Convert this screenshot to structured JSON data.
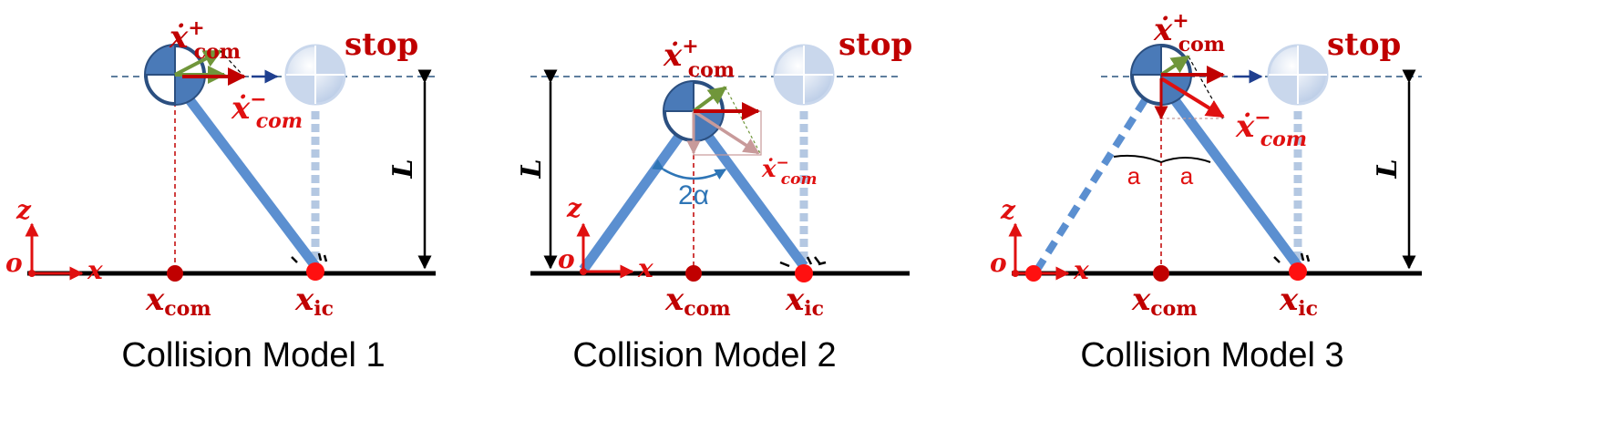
{
  "panels": [
    {
      "caption": "Collision Model 1",
      "stop": "stop",
      "vel_plus": "ẋ",
      "vel_plus_sup": "+",
      "vel_plus_sub": "com",
      "vel_minus": "ẋ",
      "vel_minus_sup": "−",
      "vel_minus_sub": "com",
      "length": "L",
      "x_com": "x",
      "x_com_sub": "com",
      "x_ic": "x",
      "x_ic_sub": "ic",
      "axis_z": "z",
      "axis_o": "o",
      "axis_x": "x"
    },
    {
      "caption": "Collision Model 2",
      "stop": "stop",
      "vel_plus": "ẋ",
      "vel_plus_sup": "+",
      "vel_plus_sub": "com",
      "vel_minus": "ẋ",
      "vel_minus_sup": "−",
      "vel_minus_sub": "com",
      "length": "L",
      "angle": "2α",
      "x_com": "x",
      "x_com_sub": "com",
      "x_ic": "x",
      "x_ic_sub": "ic",
      "axis_z": "z",
      "axis_o": "o",
      "axis_x": "x"
    },
    {
      "caption": "Collision Model 3",
      "stop": "stop",
      "vel_plus": "ẋ",
      "vel_plus_sup": "+",
      "vel_plus_sub": "com",
      "vel_minus": "ẋ",
      "vel_minus_sup": "−",
      "vel_minus_sub": "com",
      "length": "L",
      "angle_left": "a",
      "angle_right": "a",
      "x_com": "x",
      "x_com_sub": "com",
      "x_ic": "x",
      "x_ic_sub": "ic",
      "axis_z": "z",
      "axis_o": "o",
      "axis_x": "x"
    }
  ],
  "colors": {
    "leg": "#5b8fd0",
    "ghost_leg": "#b4c8e2",
    "mass_fill": "#4a7ab8",
    "ghost_fill": "#c9d7ec",
    "velocity_red": "#c00000",
    "velocity_green": "#70963a",
    "arrow_blue": "#1f3f8f",
    "dashed_line": "#5e7e9e",
    "label_red": "#c00000",
    "axis_red": "#e01010"
  }
}
